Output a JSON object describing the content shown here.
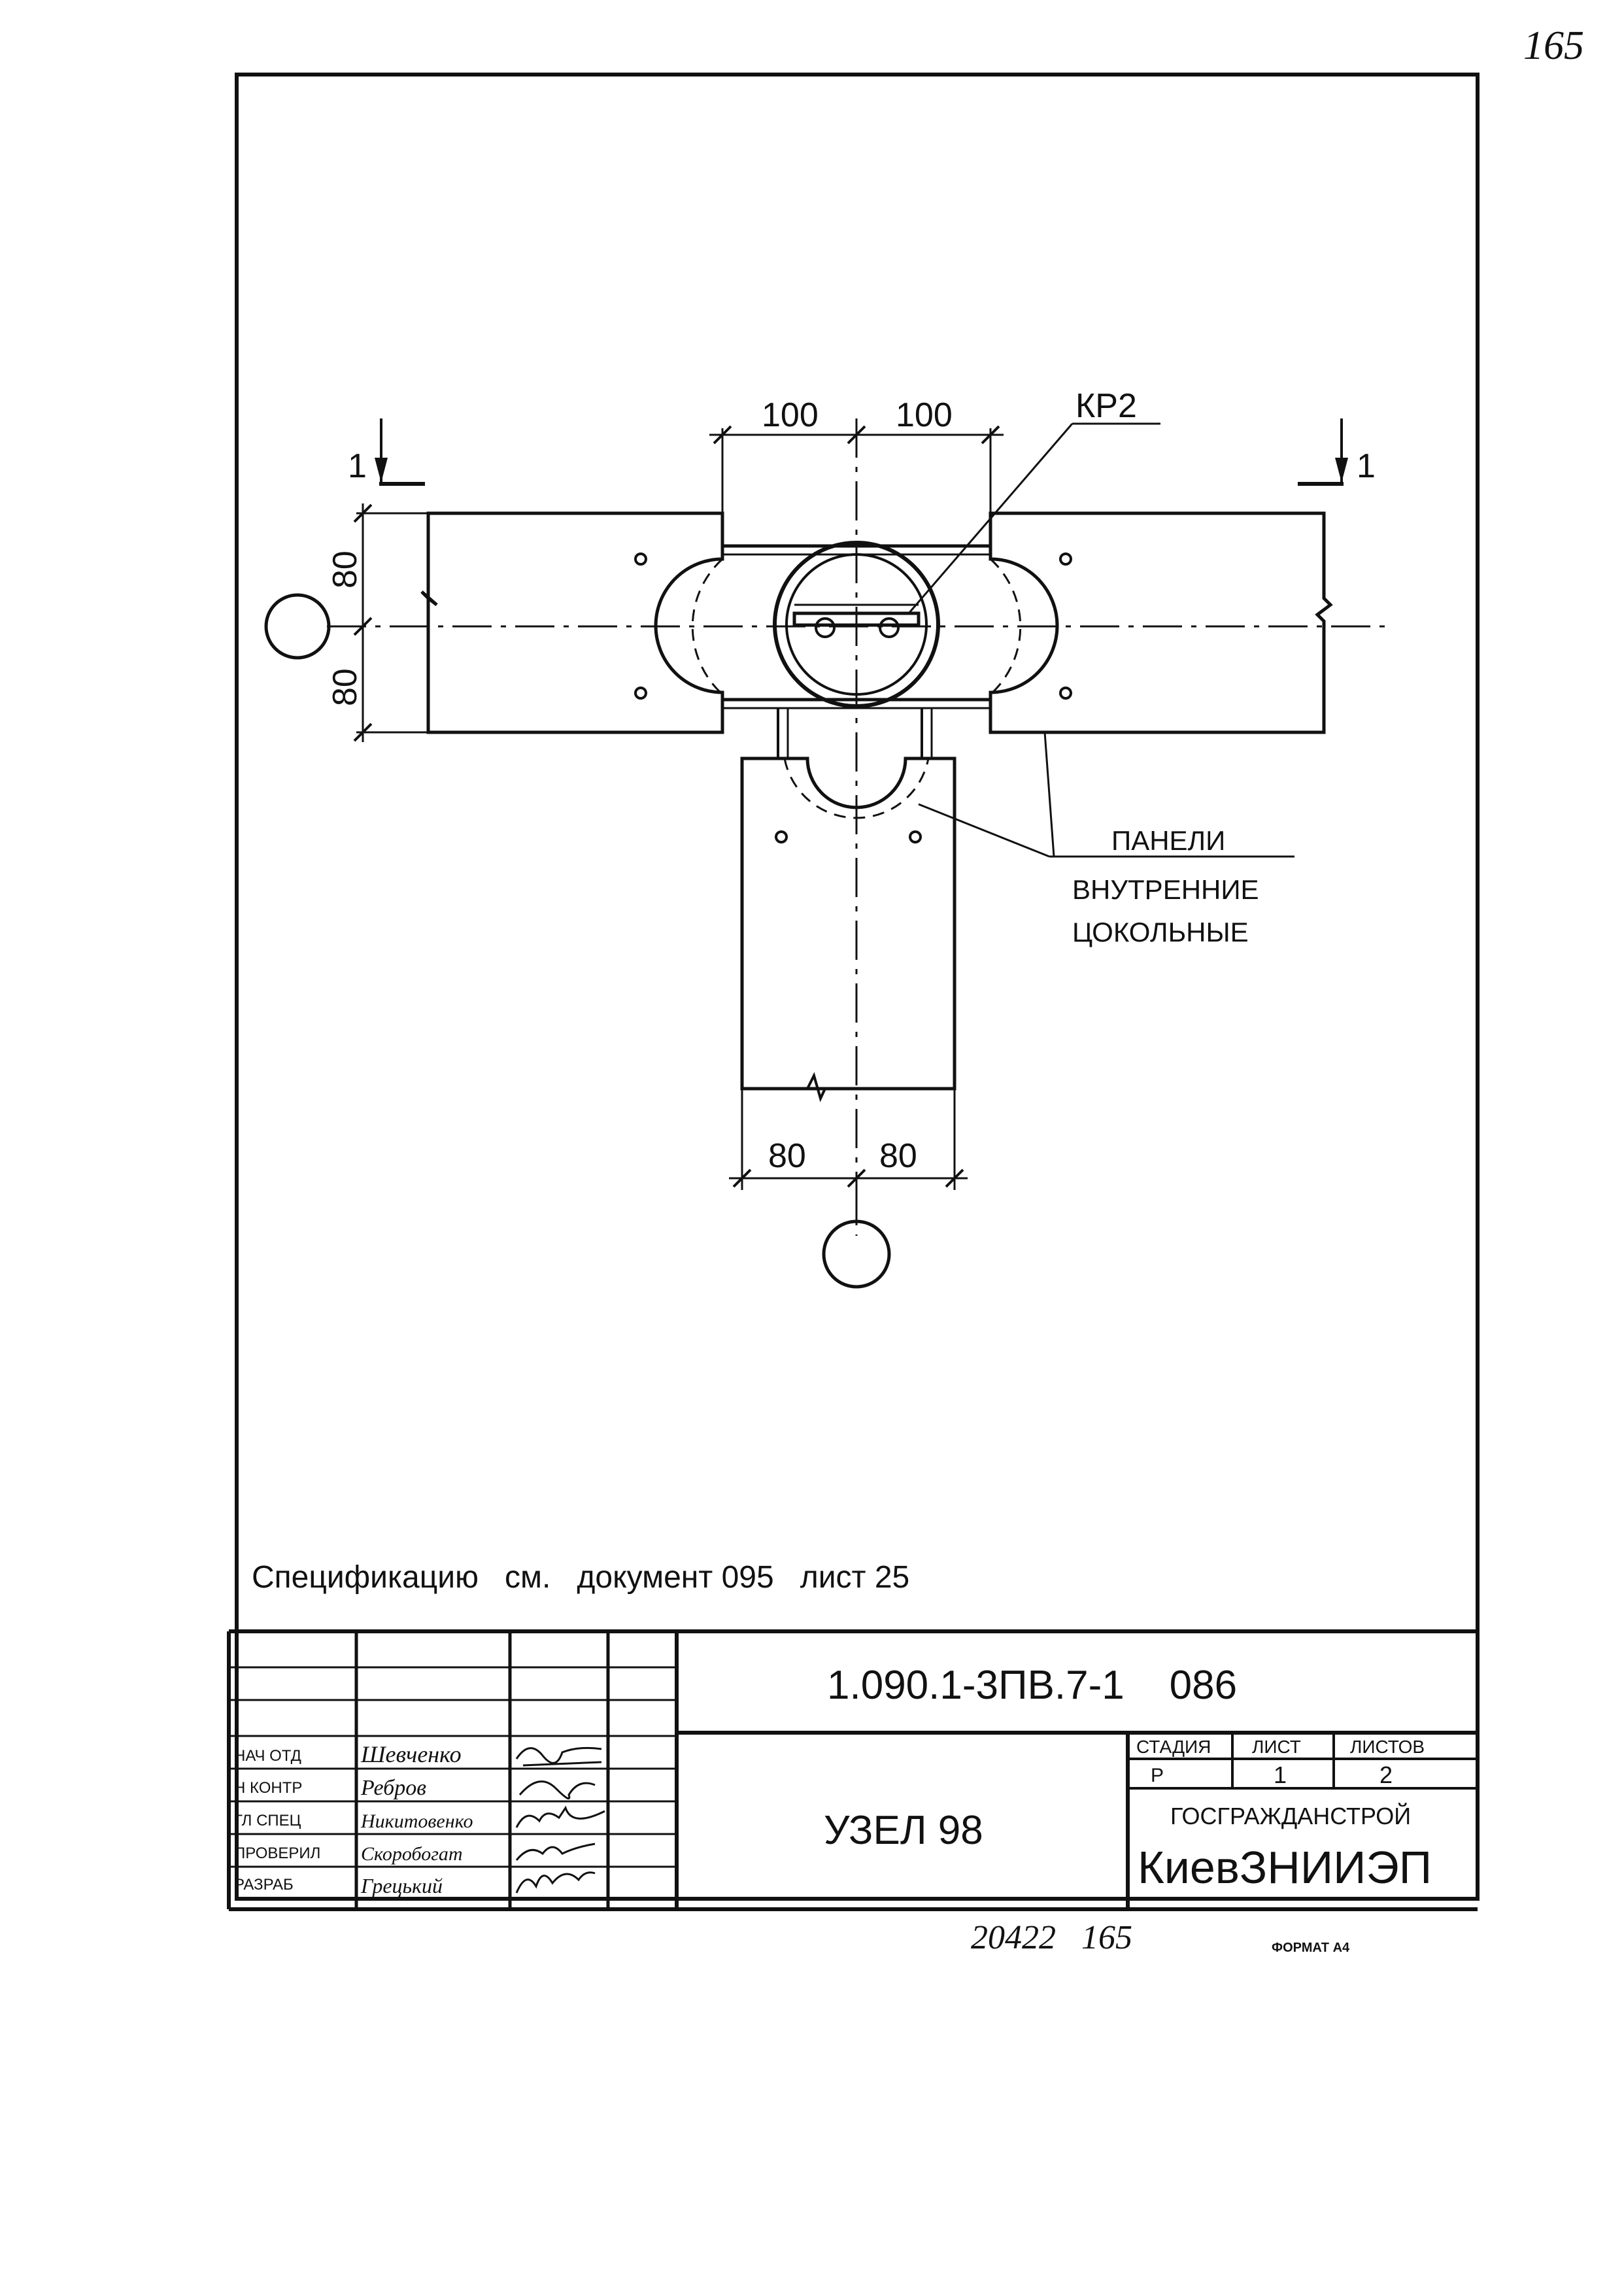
{
  "page_number": "165",
  "drawing": {
    "dim_top_left": "100",
    "dim_top_right": "100",
    "dim_left_upper": "80",
    "dim_left_lower": "80",
    "dim_bottom_left": "80",
    "dim_bottom_right": "80",
    "section_mark_left": "1",
    "section_mark_right": "1",
    "frame_label": "КР2",
    "panels_label": [
      "ПАНЕЛИ",
      "ВНУТРЕННИЕ",
      "ЦОКОЛЬНЫЕ"
    ]
  },
  "specification_note": "Спецификацию   см.   документ 095   лист 25",
  "title_block": {
    "document_code": "1.090.1-3ПВ.7-1    086",
    "title": "УЗЕЛ 98",
    "stage_header": "СТАДИЯ",
    "sheet_header": "ЛИСТ",
    "sheets_header": "ЛИСТОВ",
    "stage": "Р",
    "sheet": "1",
    "sheets": "2",
    "org_line1": "ГОСГРАЖДАНСТРОЙ",
    "org_line2": "КиевЗНИИЭП",
    "roles": [
      "НАЧ ОТД",
      "Н КОНТР",
      "ГЛ СПЕЦ",
      "ПРОВЕРИЛ",
      "РАЗРАБ"
    ],
    "names": [
      "Шевченко",
      "Ребров",
      "Никитовенко",
      "Скоробогат",
      "Грецький"
    ]
  },
  "archive_number": "20422   165",
  "format": "ФОРМАТ А4"
}
